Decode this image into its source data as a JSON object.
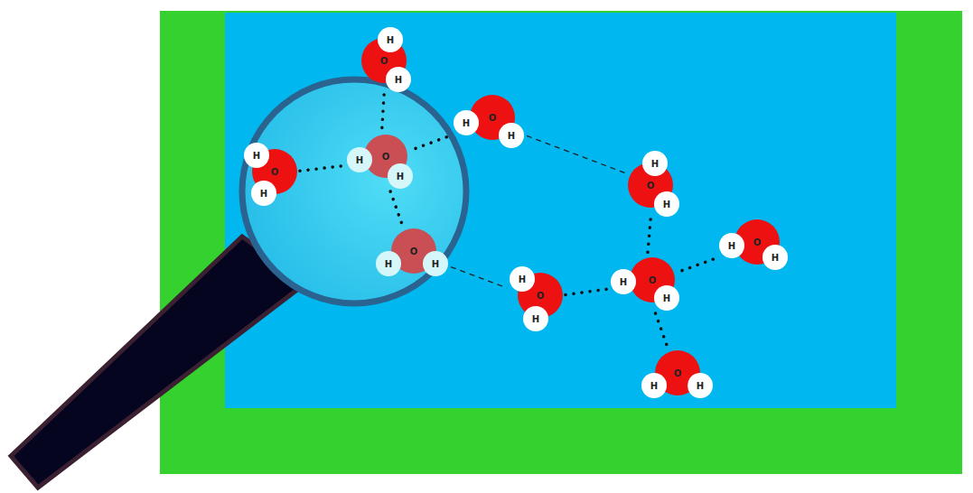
{
  "diagram": {
    "nodes": [
      {
        "text": [
          "H",
          "O",
          "H"
        ]
      },
      {
        "text": [
          "H",
          "O",
          "H"
        ]
      },
      {
        "text": [
          "H",
          "O",
          "H"
        ]
      },
      {
        "text": [
          "H",
          "O",
          "H"
        ]
      },
      {
        "text": [
          "H",
          "O",
          "H"
        ]
      },
      {
        "text": [
          "H",
          "O",
          "H"
        ]
      },
      {
        "text": [
          "H",
          "O",
          "H"
        ]
      },
      {
        "text": [
          "H",
          "O",
          "H"
        ]
      },
      {
        "text": [
          "H",
          "O",
          "H"
        ]
      },
      {
        "text": [
          "H",
          "O",
          "H"
        ]
      }
    ],
    "edges": [
      {
        "from": 1,
        "to": 2,
        "arrow": "none"
      },
      {
        "from": 0,
        "to": 2,
        "arrow": "none"
      },
      {
        "from": 2,
        "to": 3,
        "arrow": "none"
      },
      {
        "from": 2,
        "to": 5,
        "arrow": "none"
      },
      {
        "from": 3,
        "to": 4,
        "arrow": "none"
      },
      {
        "from": 5,
        "to": 6,
        "arrow": "none"
      },
      {
        "from": 6,
        "to": 7,
        "arrow": "none"
      },
      {
        "from": 4,
        "to": 7,
        "arrow": "none"
      },
      {
        "from": 7,
        "to": 8,
        "arrow": "none"
      },
      {
        "from": 7,
        "to": 9,
        "arrow": "none"
      }
    ]
  }
}
